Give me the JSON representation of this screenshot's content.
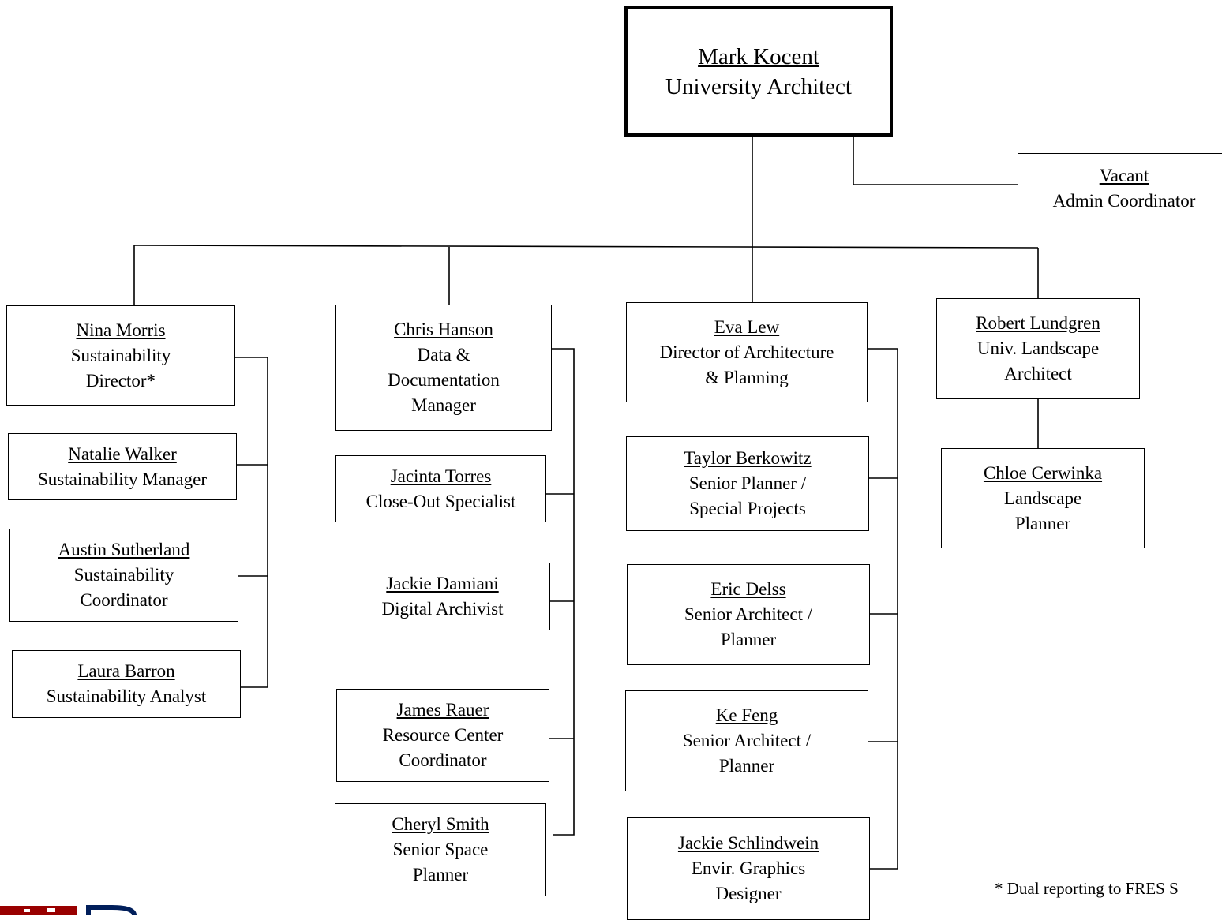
{
  "top": {
    "name": "Mark Kocent",
    "title": "University Architect"
  },
  "admin": {
    "name": "Vacant",
    "title": "Admin Coordinator"
  },
  "sustainability": [
    {
      "name": "Nina Morris",
      "title1": "Sustainability",
      "title2": "Director*"
    },
    {
      "name": "Natalie Walker",
      "title1": "Sustainability Manager"
    },
    {
      "name": "Austin Sutherland",
      "title1": "Sustainability",
      "title2": "Coordinator"
    },
    {
      "name": "Laura Barron",
      "title1": "Sustainability Analyst"
    }
  ],
  "data_docs": [
    {
      "name": "Chris Hanson",
      "title1": "Data &",
      "title2": "Documentation",
      "title3": "Manager"
    },
    {
      "name": "Jacinta Torres",
      "title1": "Close-Out Specialist"
    },
    {
      "name": "Jackie Damiani",
      "title1": "Digital Archivist"
    },
    {
      "name": "James Rauer",
      "title1": "Resource Center",
      "title2": "Coordinator"
    },
    {
      "name": "Cheryl Smith",
      "title1": "Senior Space",
      "title2": "Planner"
    }
  ],
  "architecture": [
    {
      "name": "Eva Lew",
      "title1": "Director of Architecture",
      "title2": "& Planning"
    },
    {
      "name": "Taylor Berkowitz",
      "title1": "Senior Planner /",
      "title2": "Special Projects"
    },
    {
      "name": "Eric Delss",
      "title1": "Senior Architect /",
      "title2": "Planner"
    },
    {
      "name": "Ke Feng",
      "title1": "Senior Architect /",
      "title2": "Planner"
    },
    {
      "name": "Jackie Schlindwein",
      "title1": "Envir. Graphics",
      "title2": "Designer"
    }
  ],
  "landscape": [
    {
      "name": "Robert Lundgren",
      "title1": "Univ. Landscape",
      "title2": "Architect"
    },
    {
      "name": "Chloe Cerwinka",
      "title1": "Landscape",
      "title2": "Planner"
    }
  ],
  "footnote": "* Dual reporting to FRES S",
  "colors": {
    "logo_red": "#990000",
    "logo_blue": "#011f5b"
  }
}
